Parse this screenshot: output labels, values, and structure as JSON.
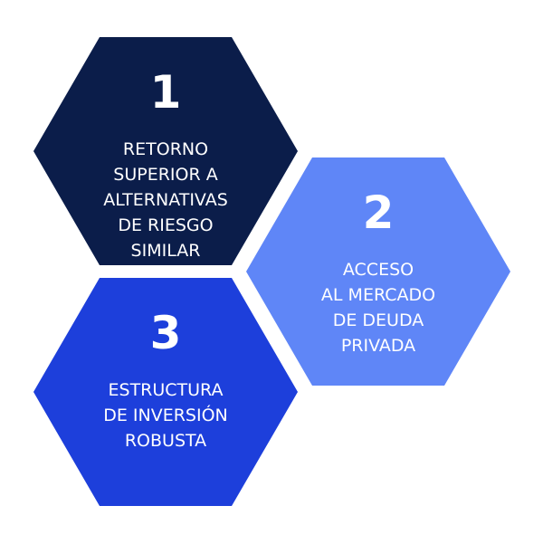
{
  "colors": {
    "hex_1": "#0b1d4a",
    "hex_2": "#5f86f7",
    "hex_3": "#1d3fdb",
    "text": "#ffffff",
    "background": "#ffffff"
  },
  "hexagons": [
    {
      "number": "1",
      "lines": [
        "RETORNO",
        "SUPERIOR A",
        "ALTERNATIVAS",
        "DE RIESGO",
        "SIMILAR"
      ]
    },
    {
      "number": "2",
      "lines": [
        "ACCESO",
        "AL MERCADO",
        "DE DEUDA",
        "PRIVADA"
      ]
    },
    {
      "number": "3",
      "lines": [
        "ESTRUCTURA",
        "DE INVERSIÓN",
        "ROBUSTA"
      ]
    }
  ]
}
